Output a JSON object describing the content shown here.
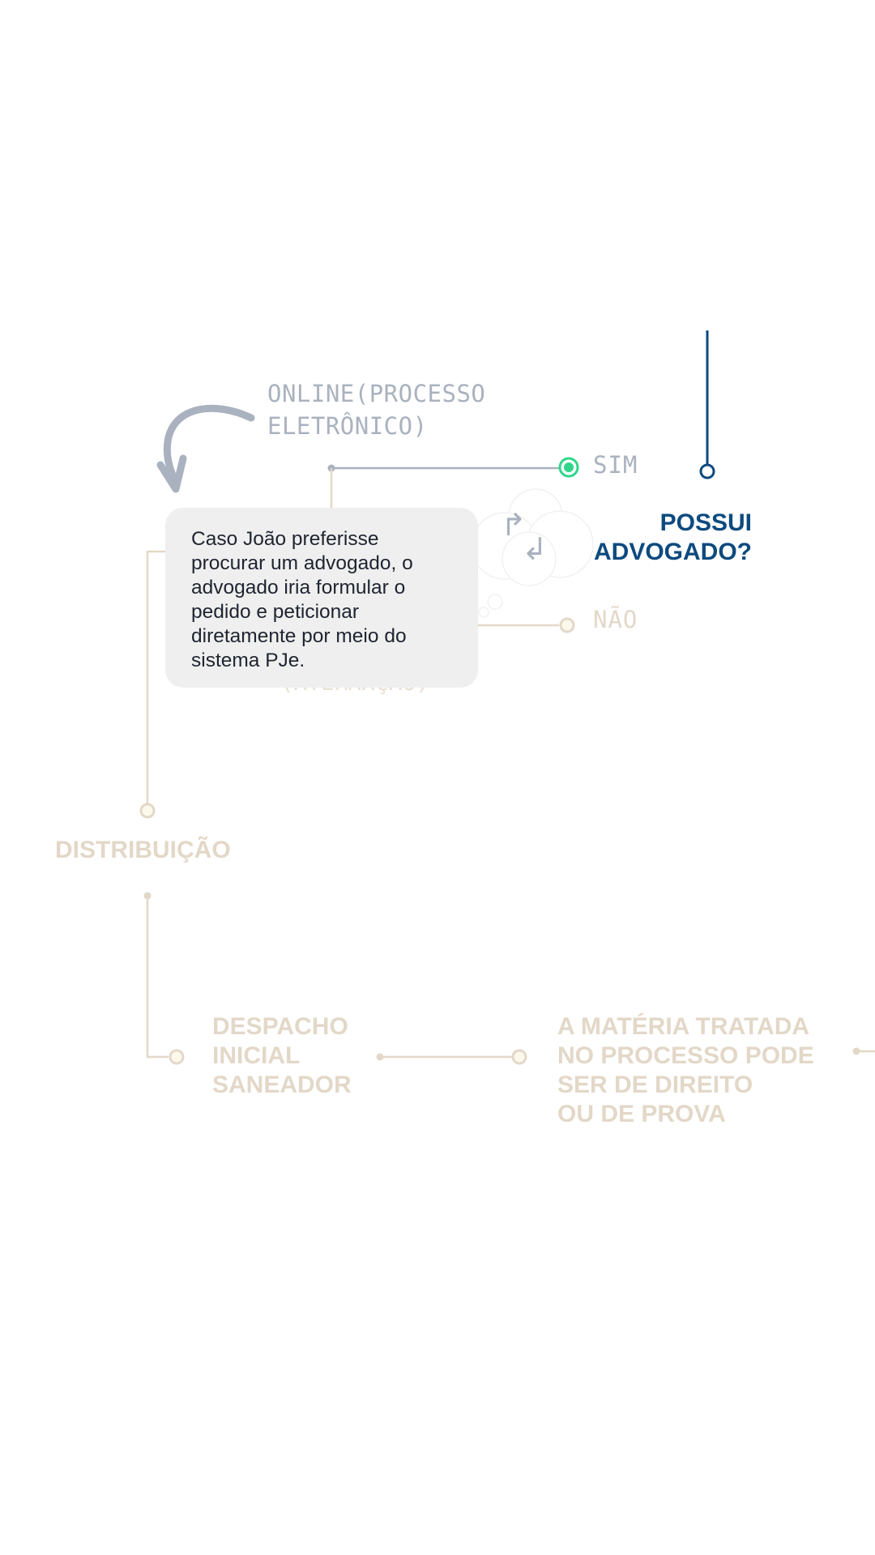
{
  "flow": {
    "online_label": "ONLINE(PROCESSO\nELETRÔNICO)",
    "sim_label": "SIM",
    "nao_label": "NÃO",
    "atermacao_label": "(ATERMAÇÃO)",
    "question": "POSSUI\nADVOGADO?",
    "distribuicao": "DISTRIBUIÇÃO",
    "despacho": "DESPACHO\nINICIAL\nSANEADOR",
    "materia": "A MATÉRIA TRATADA\nNO PROCESSO PODE\nSER DE DIREITO\nOU DE PROVA"
  },
  "tooltip": {
    "text": "Caso João preferisse procurar um advogado, o advogado iria formular o pedido e peticionar diretamente por meio do sistema PJe.",
    "icon": "branch-arrows-icon"
  },
  "colors": {
    "active_line": "#0d4a7f",
    "gray_line": "#aab2bf",
    "faded_line": "#e3d8c8",
    "selected_node": "#2fd68a"
  }
}
